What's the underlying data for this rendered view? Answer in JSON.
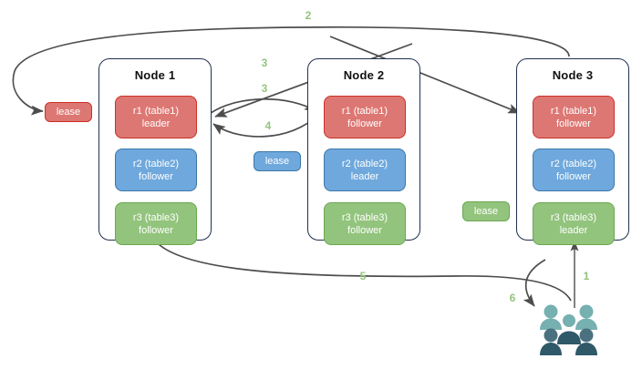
{
  "diagram": {
    "title": "Raft multi-node lease and replica routing diagram",
    "colors": {
      "red_fill": "#dd7773",
      "red_stroke": "#cc2f27",
      "blue_fill": "#6fa8dc",
      "blue_stroke": "#3c78a8",
      "green_fill": "#93c47d",
      "green_stroke": "#6aa84f",
      "card_stroke": "#20304f",
      "arrow": "#4d4d4d",
      "step_label": "#93c47d",
      "people_light": "#76b0b0",
      "people_dark": "#2f5868"
    }
  },
  "nodes": [
    {
      "title": "Node 1",
      "replicas": [
        {
          "name": "r1 (table1)",
          "role": "leader",
          "color": "red"
        },
        {
          "name": "r2 (table2)",
          "role": "follower",
          "color": "blue"
        },
        {
          "name": "r3 (table3)",
          "role": "follower",
          "color": "green"
        }
      ]
    },
    {
      "title": "Node 2",
      "replicas": [
        {
          "name": "r1 (table1)",
          "role": "follower",
          "color": "red"
        },
        {
          "name": "r2 (table2)",
          "role": "leader",
          "color": "blue"
        },
        {
          "name": "r3 (table3)",
          "role": "follower",
          "color": "green"
        }
      ]
    },
    {
      "title": "Node 3",
      "replicas": [
        {
          "name": "r1 (table1)",
          "role": "follower",
          "color": "red"
        },
        {
          "name": "r2 (table2)",
          "role": "follower",
          "color": "blue"
        },
        {
          "name": "r3 (table3)",
          "role": "leader",
          "color": "green"
        }
      ]
    }
  ],
  "leases": [
    {
      "label": "lease",
      "color": "red"
    },
    {
      "label": "lease",
      "color": "blue"
    },
    {
      "label": "lease",
      "color": "green"
    }
  ],
  "steps": [
    {
      "label": "1"
    },
    {
      "label": "2"
    },
    {
      "label": "3"
    },
    {
      "label": "3"
    },
    {
      "label": "4"
    },
    {
      "label": "5"
    },
    {
      "label": "6"
    }
  ],
  "actors": {
    "label": "users-group-icon"
  }
}
